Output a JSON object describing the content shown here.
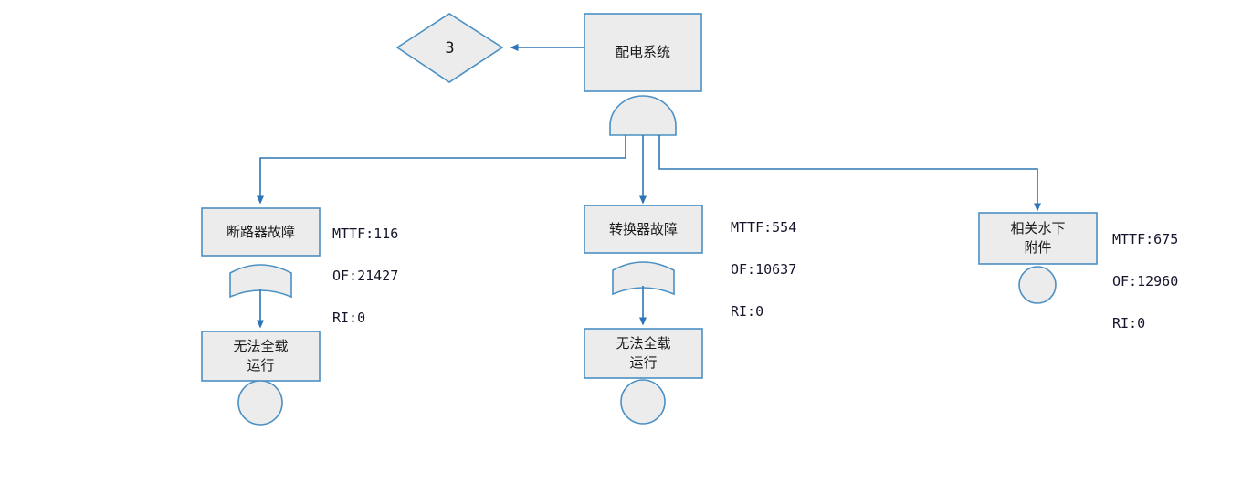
{
  "diagram": {
    "type": "fault-tree",
    "colors": {
      "node_fill": "#ececec",
      "node_stroke": "#4a90c4",
      "line": "#2e75b6",
      "text": "#1a1a1a"
    },
    "root": {
      "id": "root",
      "label": "配电系统",
      "gate": "and-gate"
    },
    "transfer": {
      "id": "transfer-3",
      "label": "3",
      "shape": "diamond"
    },
    "branches": [
      {
        "id": "branch-breaker",
        "label": "断路器故障",
        "metrics": {
          "mttf_label": "MTTF:116",
          "of_label": "OF:21427",
          "ri_label": "RI:0"
        },
        "gate": "or-gate",
        "child": {
          "id": "leaf-breaker",
          "label": "无法全载\n运行",
          "basic_event": "circle"
        }
      },
      {
        "id": "branch-converter",
        "label": "转换器故障",
        "metrics": {
          "mttf_label": "MTTF:554",
          "of_label": "OF:10637",
          "ri_label": "RI:0"
        },
        "gate": "or-gate",
        "child": {
          "id": "leaf-converter",
          "label": "无法全载\n运行",
          "basic_event": "circle"
        }
      },
      {
        "id": "branch-subsea",
        "label": "相关水下\n附件",
        "metrics": {
          "mttf_label": "MTTF:675",
          "of_label": "OF:12960",
          "ri_label": "RI:0"
        },
        "gate": null,
        "child": null,
        "basic_event": "circle"
      }
    ]
  }
}
